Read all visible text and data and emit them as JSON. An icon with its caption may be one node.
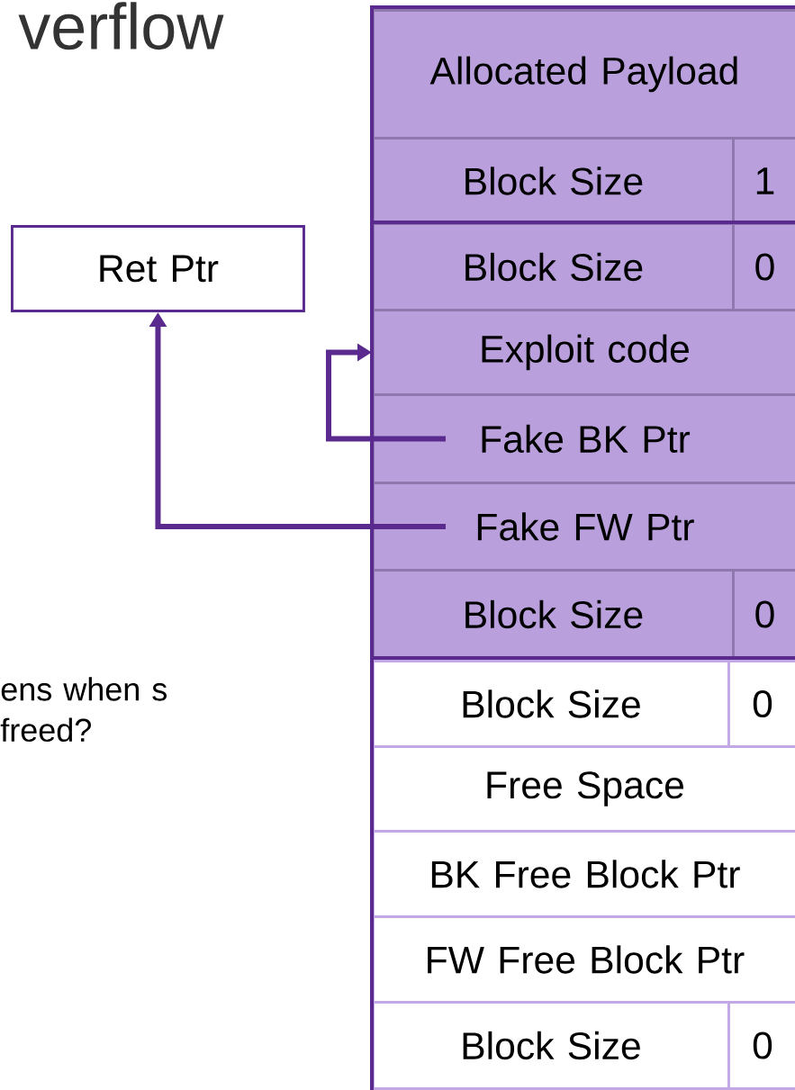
{
  "diagram": {
    "title": "verflow",
    "nodes": [
      {
        "text": [
          "Ret Ptr"
        ]
      },
      {
        "text": [
          "Allocated Payload"
        ]
      },
      {
        "text": [
          "Block Size"
        ]
      },
      {
        "text": [
          "1"
        ]
      },
      {
        "text": [
          "Block Size"
        ]
      },
      {
        "text": [
          "0"
        ]
      },
      {
        "text": [
          "Exploit code"
        ]
      },
      {
        "text": [
          "Fake BK Ptr"
        ]
      },
      {
        "text": [
          "Fake FW Ptr"
        ]
      },
      {
        "text": [
          "Block Size"
        ]
      },
      {
        "text": [
          "0"
        ]
      },
      {
        "text": [
          "Block Size"
        ]
      },
      {
        "text": [
          "0"
        ]
      },
      {
        "text": [
          "Free Space"
        ]
      },
      {
        "text": [
          "BK Free Block Ptr"
        ]
      },
      {
        "text": [
          "FW Free Block Ptr"
        ]
      },
      {
        "text": [
          "Block Size"
        ]
      },
      {
        "text": [
          "0"
        ]
      }
    ],
    "edges": [
      {
        "from": 7,
        "to": 6,
        "arrow": "to"
      },
      {
        "from": 8,
        "to": 0,
        "arrow": "to"
      }
    ],
    "labels": [
      "ens when s freed?"
    ]
  }
}
